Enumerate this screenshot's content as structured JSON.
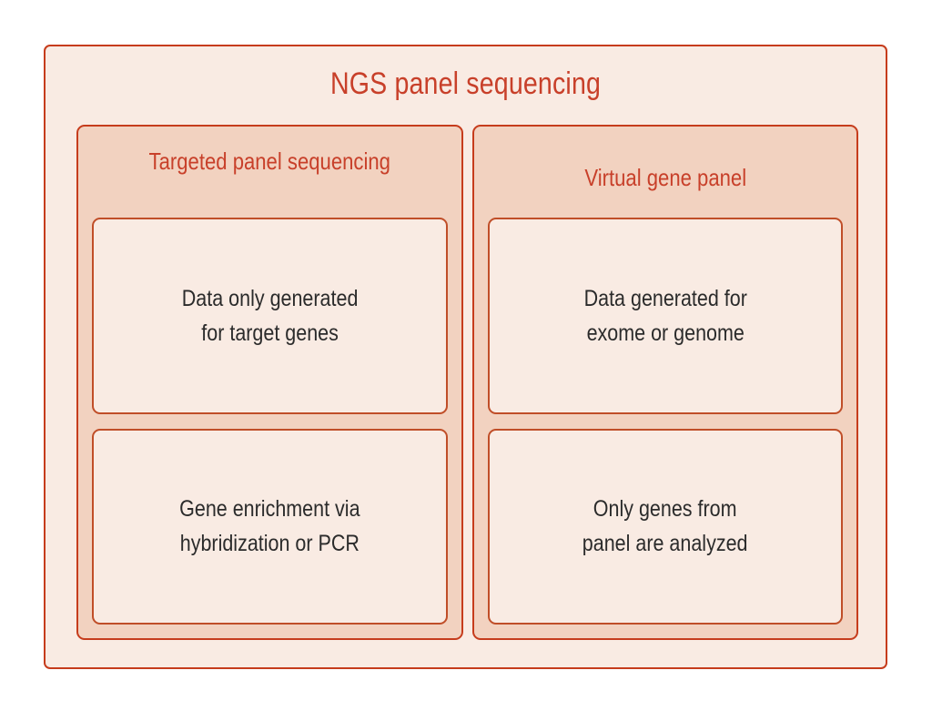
{
  "diagram": {
    "title": "NGS panel sequencing",
    "colors": {
      "page_background": "#ffffff",
      "container_fill": "#f9ebe3",
      "container_border": "#c63c1c",
      "panel_fill": "#f2d2c0",
      "panel_border": "#c63c1c",
      "box_fill": "#f9ebe3",
      "box_border": "#c04e28",
      "heading_text": "#c8402a",
      "body_text": "#2b2b2b"
    },
    "columns": [
      {
        "header": "Targeted panel sequencing",
        "boxes": [
          {
            "text": "Data only generated\nfor target genes"
          },
          {
            "text": "Gene enrichment via\nhybridization or PCR"
          }
        ]
      },
      {
        "header": "Virtual gene panel",
        "boxes": [
          {
            "text": "Data generated for\nexome or genome"
          },
          {
            "text": "Only genes from\npanel are analyzed"
          }
        ]
      }
    ]
  }
}
